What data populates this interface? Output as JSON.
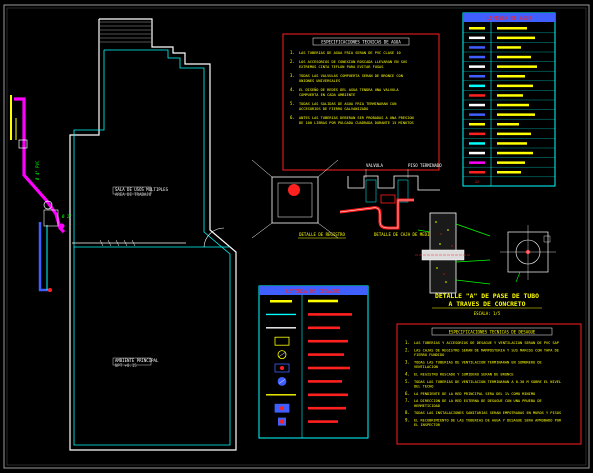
{
  "colors": {
    "background": "#000000",
    "frame": "#9a9a9a",
    "cyan": "#00ffff",
    "blue": "#3f5fff",
    "magenta": "#ff00ff",
    "red": "#ff2020",
    "yellow": "#ffff00",
    "green": "#00ff00",
    "white": "#ffffff",
    "gray": "#808080"
  },
  "water_specs": {
    "title": "ESPECIFICACIONES TECNICAS DE AGUA",
    "items": [
      {
        "num": "1.",
        "text": "LAS TUBERIAS DE AGUA FRIA SERAN DE PVC CLASE 10"
      },
      {
        "num": "2.",
        "text": "LOS ACCESORIOS DE CONEXION ROSCADA LLEVARAN EN SUS EXTREMOS CINTA TEFLON PARA EVITAR FUGAS"
      },
      {
        "num": "3.",
        "text": "TODAS LAS VALVULAS COMPUERTA SERAN DE BRONCE CON UNIONES UNIVERSALES"
      },
      {
        "num": "4.",
        "text": "EL DISEÑO DE REDES DEL AGUA TENDRA UNA VALVULA COMPUERTA EN CADA AMBIENTE"
      },
      {
        "num": "5.",
        "text": "TODAS LAS SALIDAS DE AGUA FRIA TERMINARAN CON ACCESORIOS DE FIERRO GALVANIZADO"
      },
      {
        "num": "6.",
        "text": "ANTES LAS TUBERIAS DEBERAN SER PROBADAS A UNA PRESION DE 100 LIBRAS POR PULGADA CUADRADA DURANTE 15 MINUTOS"
      }
    ]
  },
  "water_legend": {
    "title": "LEYENDA DE AGUA",
    "rows_count_label": "12"
  },
  "detail_labels": {
    "cap": "DETALLE DE REGISTRO",
    "cap2": "DETALLE DE CAJA DE MEDIDOR",
    "valve_box_label": "VALVULA",
    "pipe_label": "PISO TERMINADO"
  },
  "concrete_detail": {
    "title": "DETALLE \"A\" DE PASE DE TUBO",
    "subtitle": "A TRAVES DE CONCRETO",
    "scale": "ESCALA: 1/5"
  },
  "drain_legend": {
    "title": "LEYENDA DE DESAGUE"
  },
  "drain_specs": {
    "title": "ESPECIFICACIONES TECNICAS DE DESAGUE",
    "items": [
      {
        "num": "1.",
        "text": "LAS TUBERIAS Y ACCESORIOS DE DESAGUE Y VENTILACION SERAN DE PVC SAP"
      },
      {
        "num": "2.",
        "text": "LAS CAJAS DE REGISTRO SERAN DE MAMPOSTERIA Y SUS MARCOS CON TAPA DE FIERRO FUNDIDO"
      },
      {
        "num": "3.",
        "text": "TODAS LAS TUBERIAS DE VENTILACION TERMINARAN EN SOMBRERO DE VENTILACION"
      },
      {
        "num": "4.",
        "text": "EL REGISTRO ROSCADO Y SUMIDERO SERAN DE BRONCE"
      },
      {
        "num": "5.",
        "text": "TODAS LAS TUBERIAS DE VENTILACION TERMINARAN A 0.30 M SOBRE EL NIVEL DEL TECHO"
      },
      {
        "num": "6.",
        "text": "LA PENDIENTE DE LA RED PRINCIPAL SERA DEL 1% COMO MINIMO"
      },
      {
        "num": "7.",
        "text": "LA DIRECCION DE LA RED EXTERNA DE DESAGUE CON UNA PRUEBA DE HERMETICIDAD"
      },
      {
        "num": "8.",
        "text": "TODAS LAS INSTALACIONES SANITARIAS SERAN EMPOTRADAS EN MUROS Y PISOS"
      },
      {
        "num": "9.",
        "text": "EL RECUBRIMIENTO DE LAS TUBERIAS DE AGUA Y DESAGUE SERA APROBADO POR EL INSPECTOR"
      }
    ]
  },
  "plan": {
    "label_main": "SALA DE USOS MULTIPLES",
    "label_sub": "AREA DE TRABAJO",
    "label_main2": "AMBIENTE PRINCIPAL",
    "label_sub2": "NPT +0.15"
  }
}
